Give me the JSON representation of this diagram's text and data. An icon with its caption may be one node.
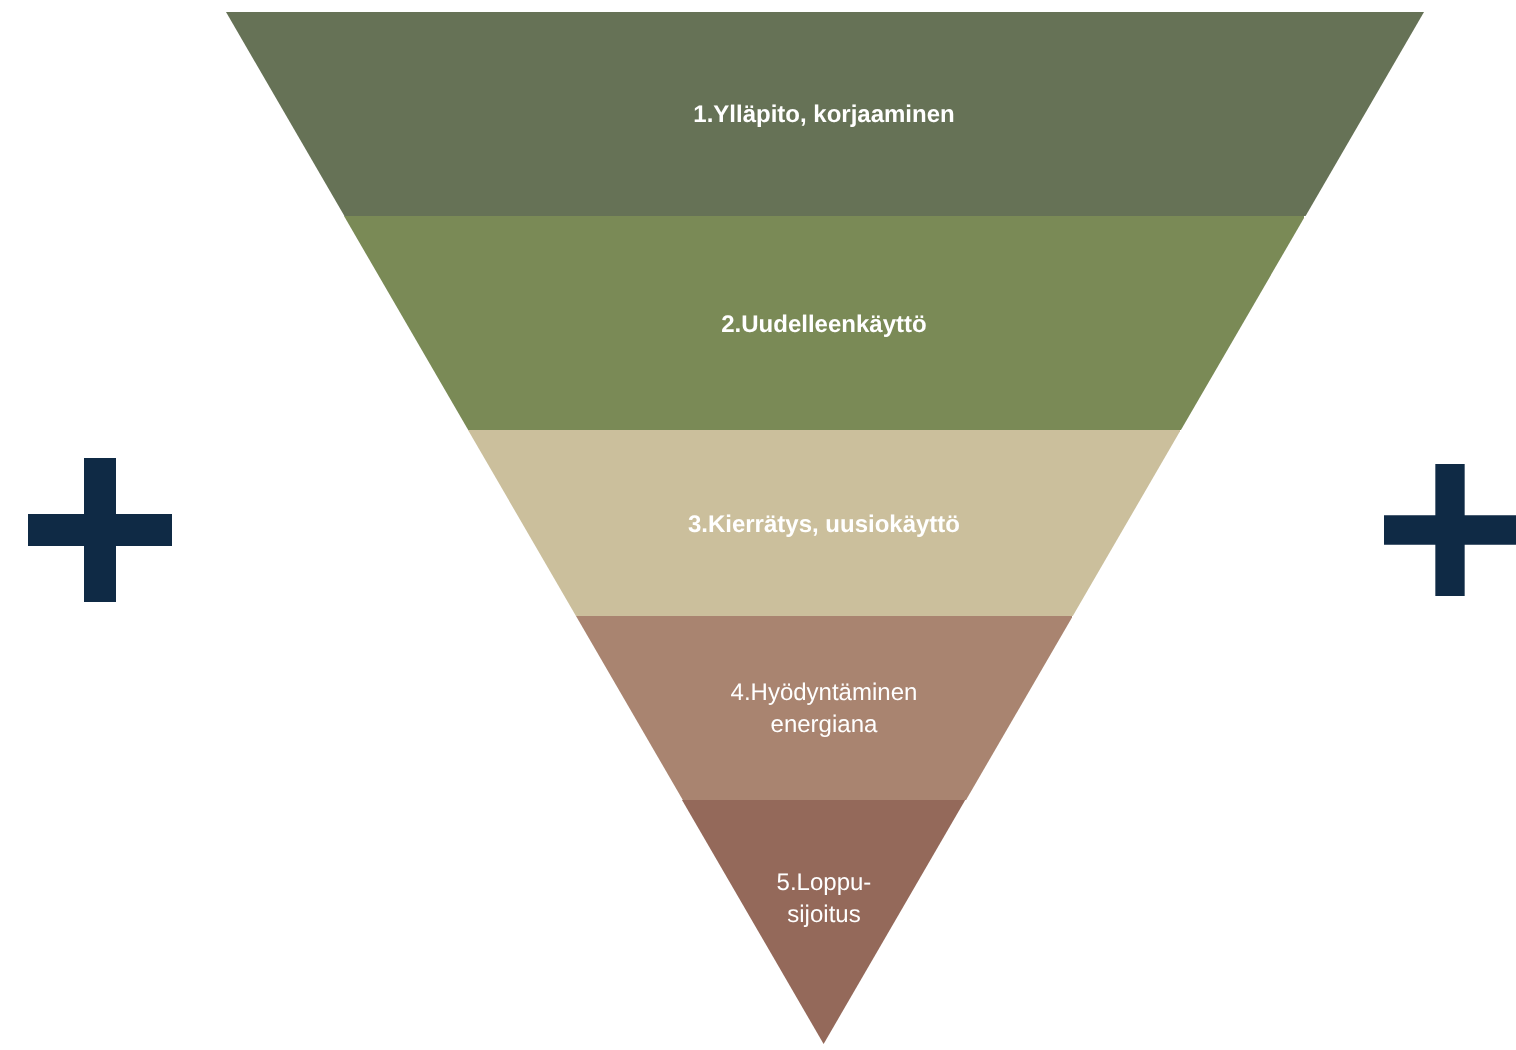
{
  "diagram": {
    "nodes": [
      {
        "text": [
          "1.Ylläpito, korjaaminen"
        ]
      },
      {
        "text": [
          "2.Uudelleenkäyttö"
        ]
      },
      {
        "text": [
          "3.Kierrätys, uusiokäyttö"
        ]
      },
      {
        "text": [
          "4.Hyödyntäminen energiana"
        ]
      },
      {
        "text": [
          "5.Loppu- sijoitus"
        ]
      }
    ]
  }
}
